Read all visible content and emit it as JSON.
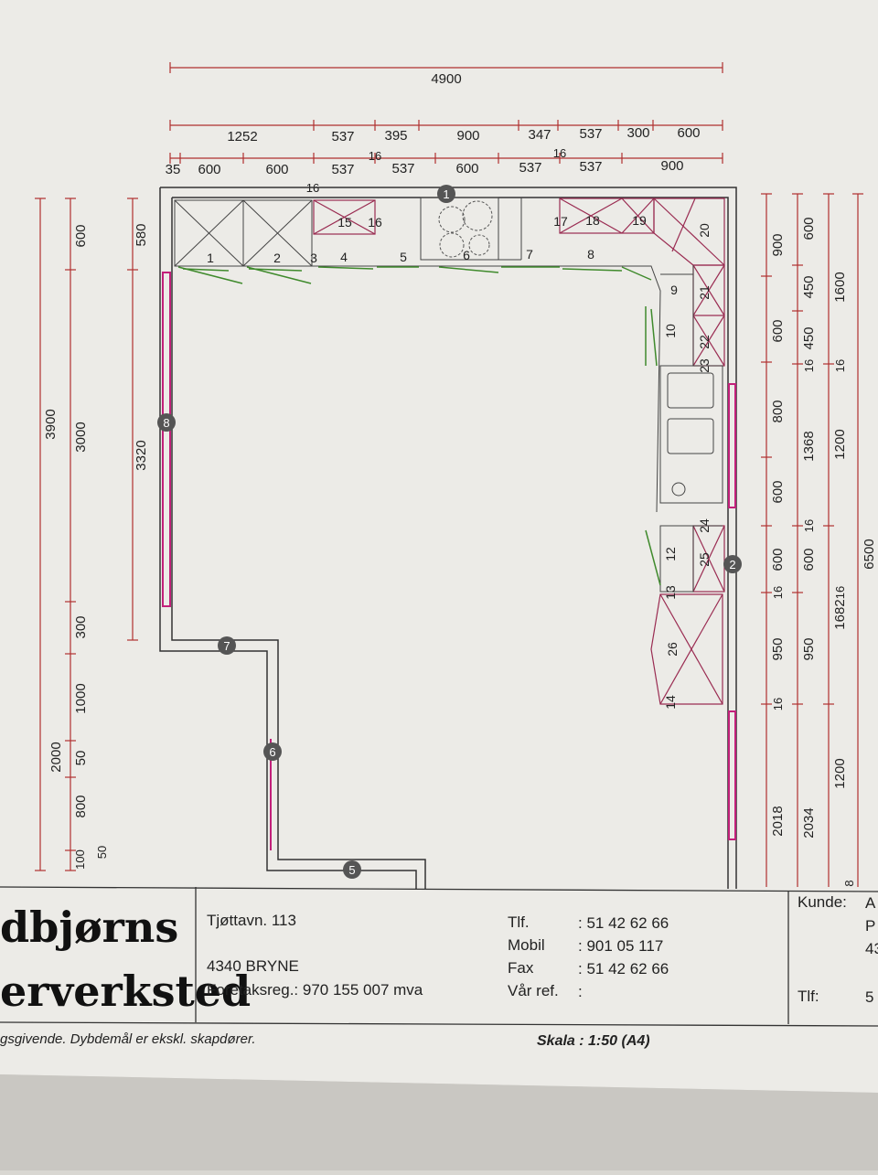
{
  "dims_top": [
    {
      "row": 0,
      "labels": [
        "4900"
      ]
    },
    {
      "row": 1,
      "labels": [
        "1252",
        "537",
        "395",
        "900",
        "347",
        "537",
        "300",
        "600"
      ]
    },
    {
      "row": 2,
      "labels": [
        "35",
        "600",
        "600",
        "537",
        "537",
        "600",
        "537",
        "537",
        "900"
      ]
    },
    {
      "extra": [
        "16",
        "16",
        "16"
      ]
    }
  ],
  "dims_left": {
    "col1": [
      "3900",
      "2000",
      "100"
    ],
    "col2": [
      "600",
      "3000",
      "300",
      "1000",
      "50",
      "800",
      "50"
    ],
    "col3": [
      "580",
      "3320"
    ]
  },
  "dims_right": {
    "col1": [
      "900",
      "600",
      "800",
      "600",
      "600",
      "16",
      "950",
      "16",
      "2018"
    ],
    "col2": [
      "600",
      "450",
      "450",
      "16",
      "1368",
      "16",
      "600",
      "950",
      "2034"
    ],
    "col3": [
      "1600",
      "16",
      "1200",
      "16",
      "1682",
      "1200",
      "8"
    ],
    "col4": [
      "6500"
    ]
  },
  "cabinet_numbers": [
    "1",
    "2",
    "3",
    "4",
    "5",
    "6",
    "7",
    "8",
    "9",
    "10",
    "12",
    "13",
    "14",
    "15",
    "16",
    "17",
    "18",
    "19",
    "20",
    "21",
    "22",
    "23",
    "24",
    "25",
    "26"
  ],
  "wall_markers": [
    "1",
    "2",
    "5",
    "6",
    "7",
    "8"
  ],
  "title_block": {
    "logo_line1": "dbjørns",
    "logo_line2": "erverksted",
    "address1": "Tjøttavn. 113",
    "address2": "4340  BRYNE",
    "orgnr": "Foretaksreg.: 970 155 007 mva",
    "tlf_label": "Tlf.",
    "tlf_value": ": 51 42 62 66",
    "mobil_label": "Mobil",
    "mobil_value": ": 901 05 117",
    "fax_label": "Fax",
    "fax_value": ": 51 42 62 66",
    "ref_label": "Vår ref.",
    "ref_value": ":",
    "kunde_label": "Kunde:",
    "kunde_value": "A",
    "kunde_line2": "P",
    "kunde_line3": "43",
    "kunde_tlf_label": "Tlf:",
    "kunde_tlf_value": "5"
  },
  "footer": {
    "note": "gsgivende. Dybdemål er ekskl. skapdører.",
    "scale": "Skala : 1:50 (A4)"
  },
  "colors": {
    "paper": "#ecebe7",
    "dim": "#b03030",
    "wall": "#333333",
    "cabinet": "#9a2c52",
    "door": "#3f8a2c",
    "window": "#c2207a"
  }
}
